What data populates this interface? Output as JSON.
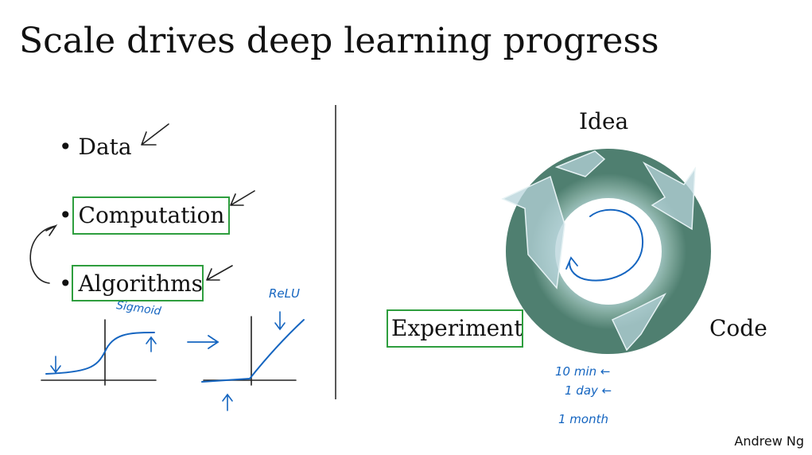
{
  "title": "Scale drives deep learning progress",
  "bullets": [
    {
      "label": "Data"
    },
    {
      "label": "Computation"
    },
    {
      "label": "Algorithms"
    }
  ],
  "bullet_marker": "•",
  "cycle": {
    "idea": "Idea",
    "code": "Code",
    "experiment": "Experiment"
  },
  "annotations": {
    "sigmoid": "Sigmoid",
    "relu": "ReLU",
    "times": [
      "10 min ←",
      "1 day ←",
      "1 month"
    ]
  },
  "author": "Andrew Ng",
  "colors": {
    "ink": "#1565c0",
    "box": "#2e9e3e",
    "ring_outer": "#5f8f7f",
    "ring_inner": "#a8cfd6"
  }
}
